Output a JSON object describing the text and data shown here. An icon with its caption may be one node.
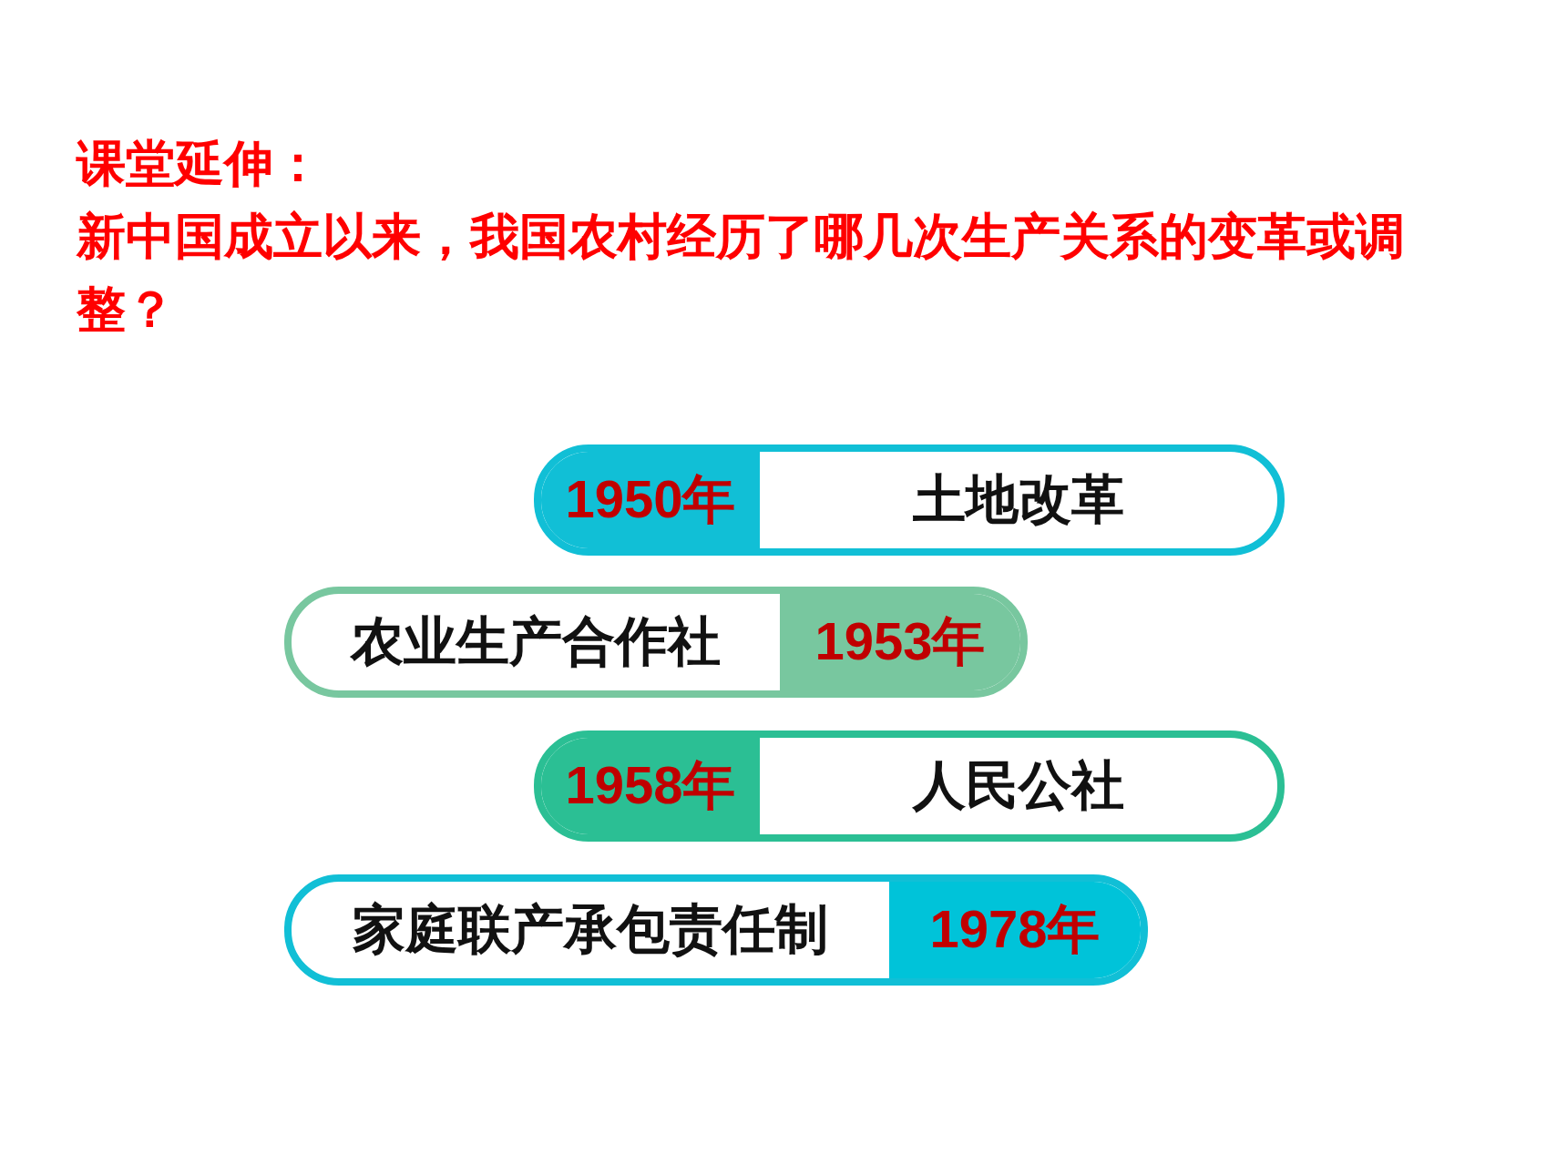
{
  "diagram": {
    "title": "课堂延伸：",
    "nodes": [
      {
        "text": [
          "1950年",
          "土地改革"
        ]
      },
      {
        "text": [
          "农业生产合作社",
          "1953年"
        ]
      },
      {
        "text": [
          "1958年",
          "人民公社"
        ]
      },
      {
        "text": [
          "家庭联产承包责任制",
          "1978年"
        ]
      }
    ],
    "labels": [
      "新中国成立以来，我国农村经历了哪几次生产关系的变革或调整？"
    ]
  }
}
